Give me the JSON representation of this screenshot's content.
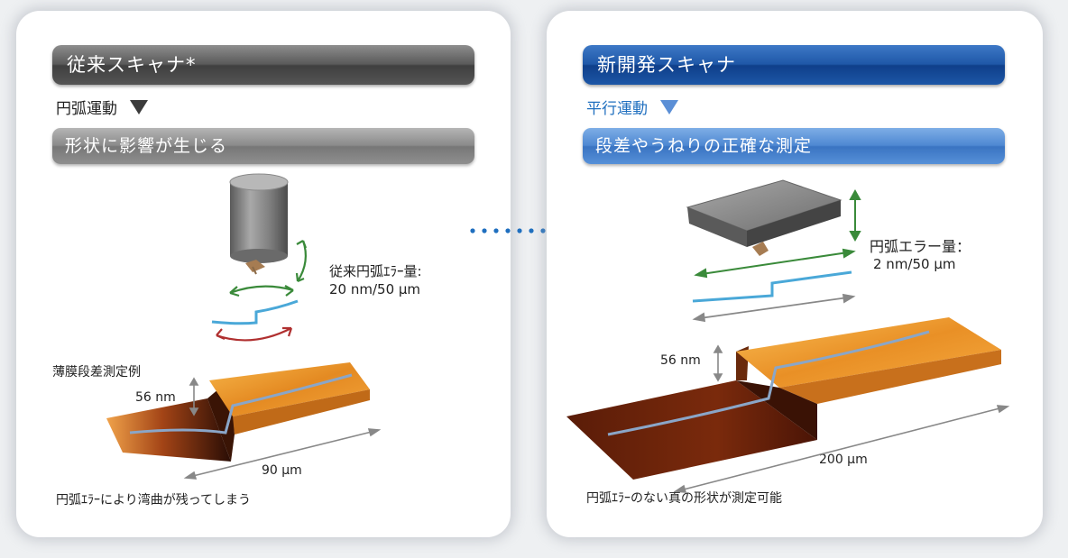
{
  "left": {
    "header": "従来スキャナ*",
    "motion": "円弧運動",
    "result": "形状に影響が生じる",
    "error_label": "従来円弧ｴﾗｰ量:",
    "error_value": "20 nm/50 μm",
    "sample_label": "薄膜段差測定例",
    "step_height": "56 nm",
    "width": "90 μm",
    "caption": "円弧ｴﾗｰにより湾曲が残ってしまう"
  },
  "right": {
    "header": "新開発スキャナ",
    "motion": "平行運動",
    "result": "段差やうねりの正確な測定",
    "error_label": "円弧エラー量：",
    "error_value": "2 nm/50 μm",
    "step_height": "56 nm",
    "width": "200 μm",
    "caption": "円弧ｴﾗｰのない真の形状が測定可能"
  },
  "colors": {
    "header_gray": "#4a4a4a",
    "header_blue": "#1a4f9e",
    "sub_blue": "#4e88d2",
    "arrow_green": "#3a8a3a",
    "arrow_red": "#b03030",
    "profile_blue": "#4aa8d8",
    "connector_blue": "#1f6fbf"
  }
}
